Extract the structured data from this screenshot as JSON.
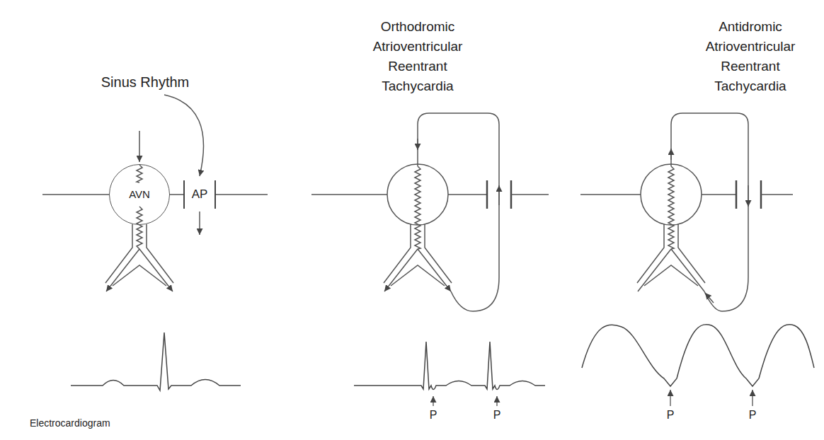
{
  "diagram": {
    "nodes": [
      {
        "text": [
          "AVN"
        ]
      },
      {
        "text": [
          "AP"
        ]
      }
    ],
    "edges": [
      {
        "from": 0,
        "to": 1,
        "arrow": "none"
      }
    ],
    "labels": [
      "Sinus Rhythm",
      "Orthodromic Atrioventricular Reentrant Tachycardia",
      "Antidromic Atrioventricular Reentrant Tachycardia",
      "P",
      "P",
      "P",
      "P",
      "Electrocardiogram"
    ]
  }
}
